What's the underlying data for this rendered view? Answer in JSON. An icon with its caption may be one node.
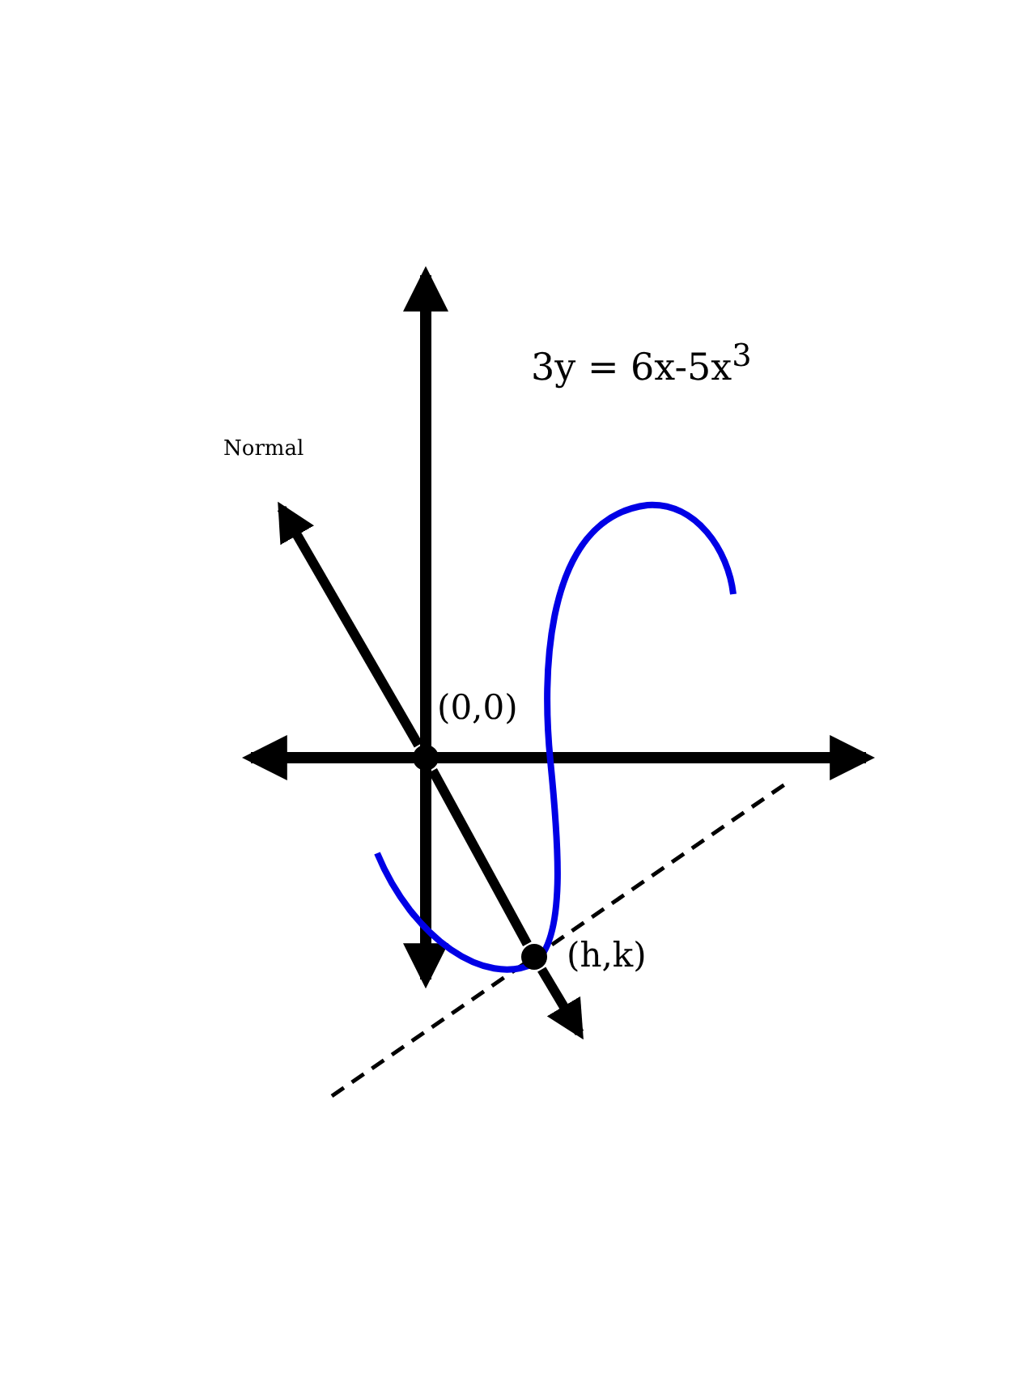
{
  "diagram": {
    "nodes": [
      {
        "text": [],
        "shape": "circle",
        "beside": [
          "(0,0)"
        ]
      },
      {
        "text": [],
        "shape": "circle",
        "beside": [
          "(h,k)"
        ]
      }
    ],
    "edges": [
      {
        "from": 0,
        "to": null,
        "arrow": "to"
      },
      {
        "from": 0,
        "to": 1,
        "arrow": "none"
      },
      {
        "from": 1,
        "to": null,
        "arrow": "to"
      }
    ],
    "labels": [
      "3y = 6x-5x$^{3}$",
      "Normal"
    ]
  }
}
